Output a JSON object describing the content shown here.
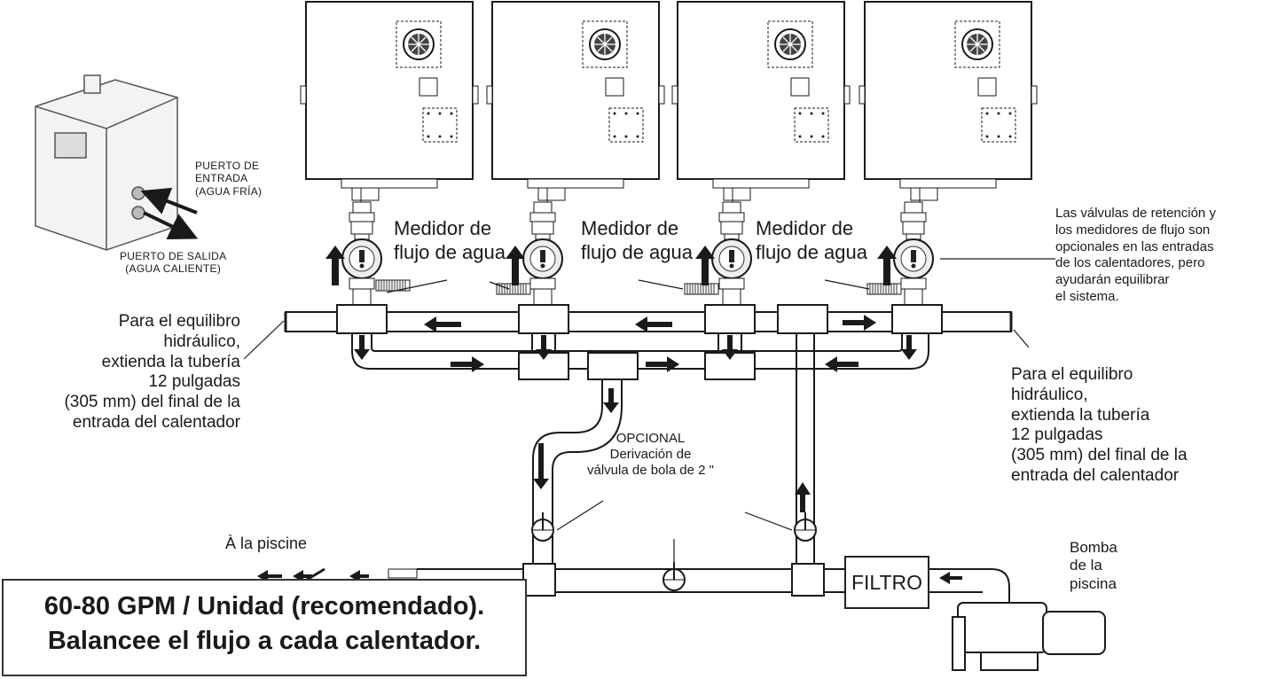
{
  "heater_unit": {
    "inlet_label": "PUERTO DE\nENTRADA\n(AGUA FRÍA)",
    "outlet_label": "PUERTO DE SALIDA\n(AGUA CALIENTE)"
  },
  "flow_meter_label": "Medidor de\nflujo de agua",
  "check_valve_note": "Las válvulas de retención y\nlos medidores de flujo son\nopcionales en las entradas\nde los calentadores, pero\nayudarán equilibrar\nel sistema.",
  "extension_note_left": "Para el equilibro\nhidráulico,\nextienda la tubería\n12 pulgadas\n(305 mm) del final de la\nentrada del calentador",
  "extension_note_right": "Para el equilibro\nhidráulico,\nextienda la tubería\n12 pulgadas\n(305 mm) del final de la\nentrada del calentador",
  "bypass_label": "OPCIONAL\nDerivación de\nválvula de bola de 2 \"",
  "to_pool_label": "À la piscine",
  "filter_label": "FILTRO",
  "pump_label": "Bomba\nde la\npiscina",
  "recommendation": {
    "line1": "60-80 GPM / Unidad (recomendado).",
    "line2": "Balancee el flujo a cada calentador."
  },
  "colors": {
    "line": "#1a1a1a",
    "pipe_fill": "#ffffff",
    "background": "#ffffff"
  },
  "icons": [
    "heater-unit-icon",
    "fan-grille-icon",
    "flow-meter-icon",
    "ball-valve-icon",
    "check-valve-icon",
    "pump-icon",
    "flow-arrow-icon"
  ]
}
